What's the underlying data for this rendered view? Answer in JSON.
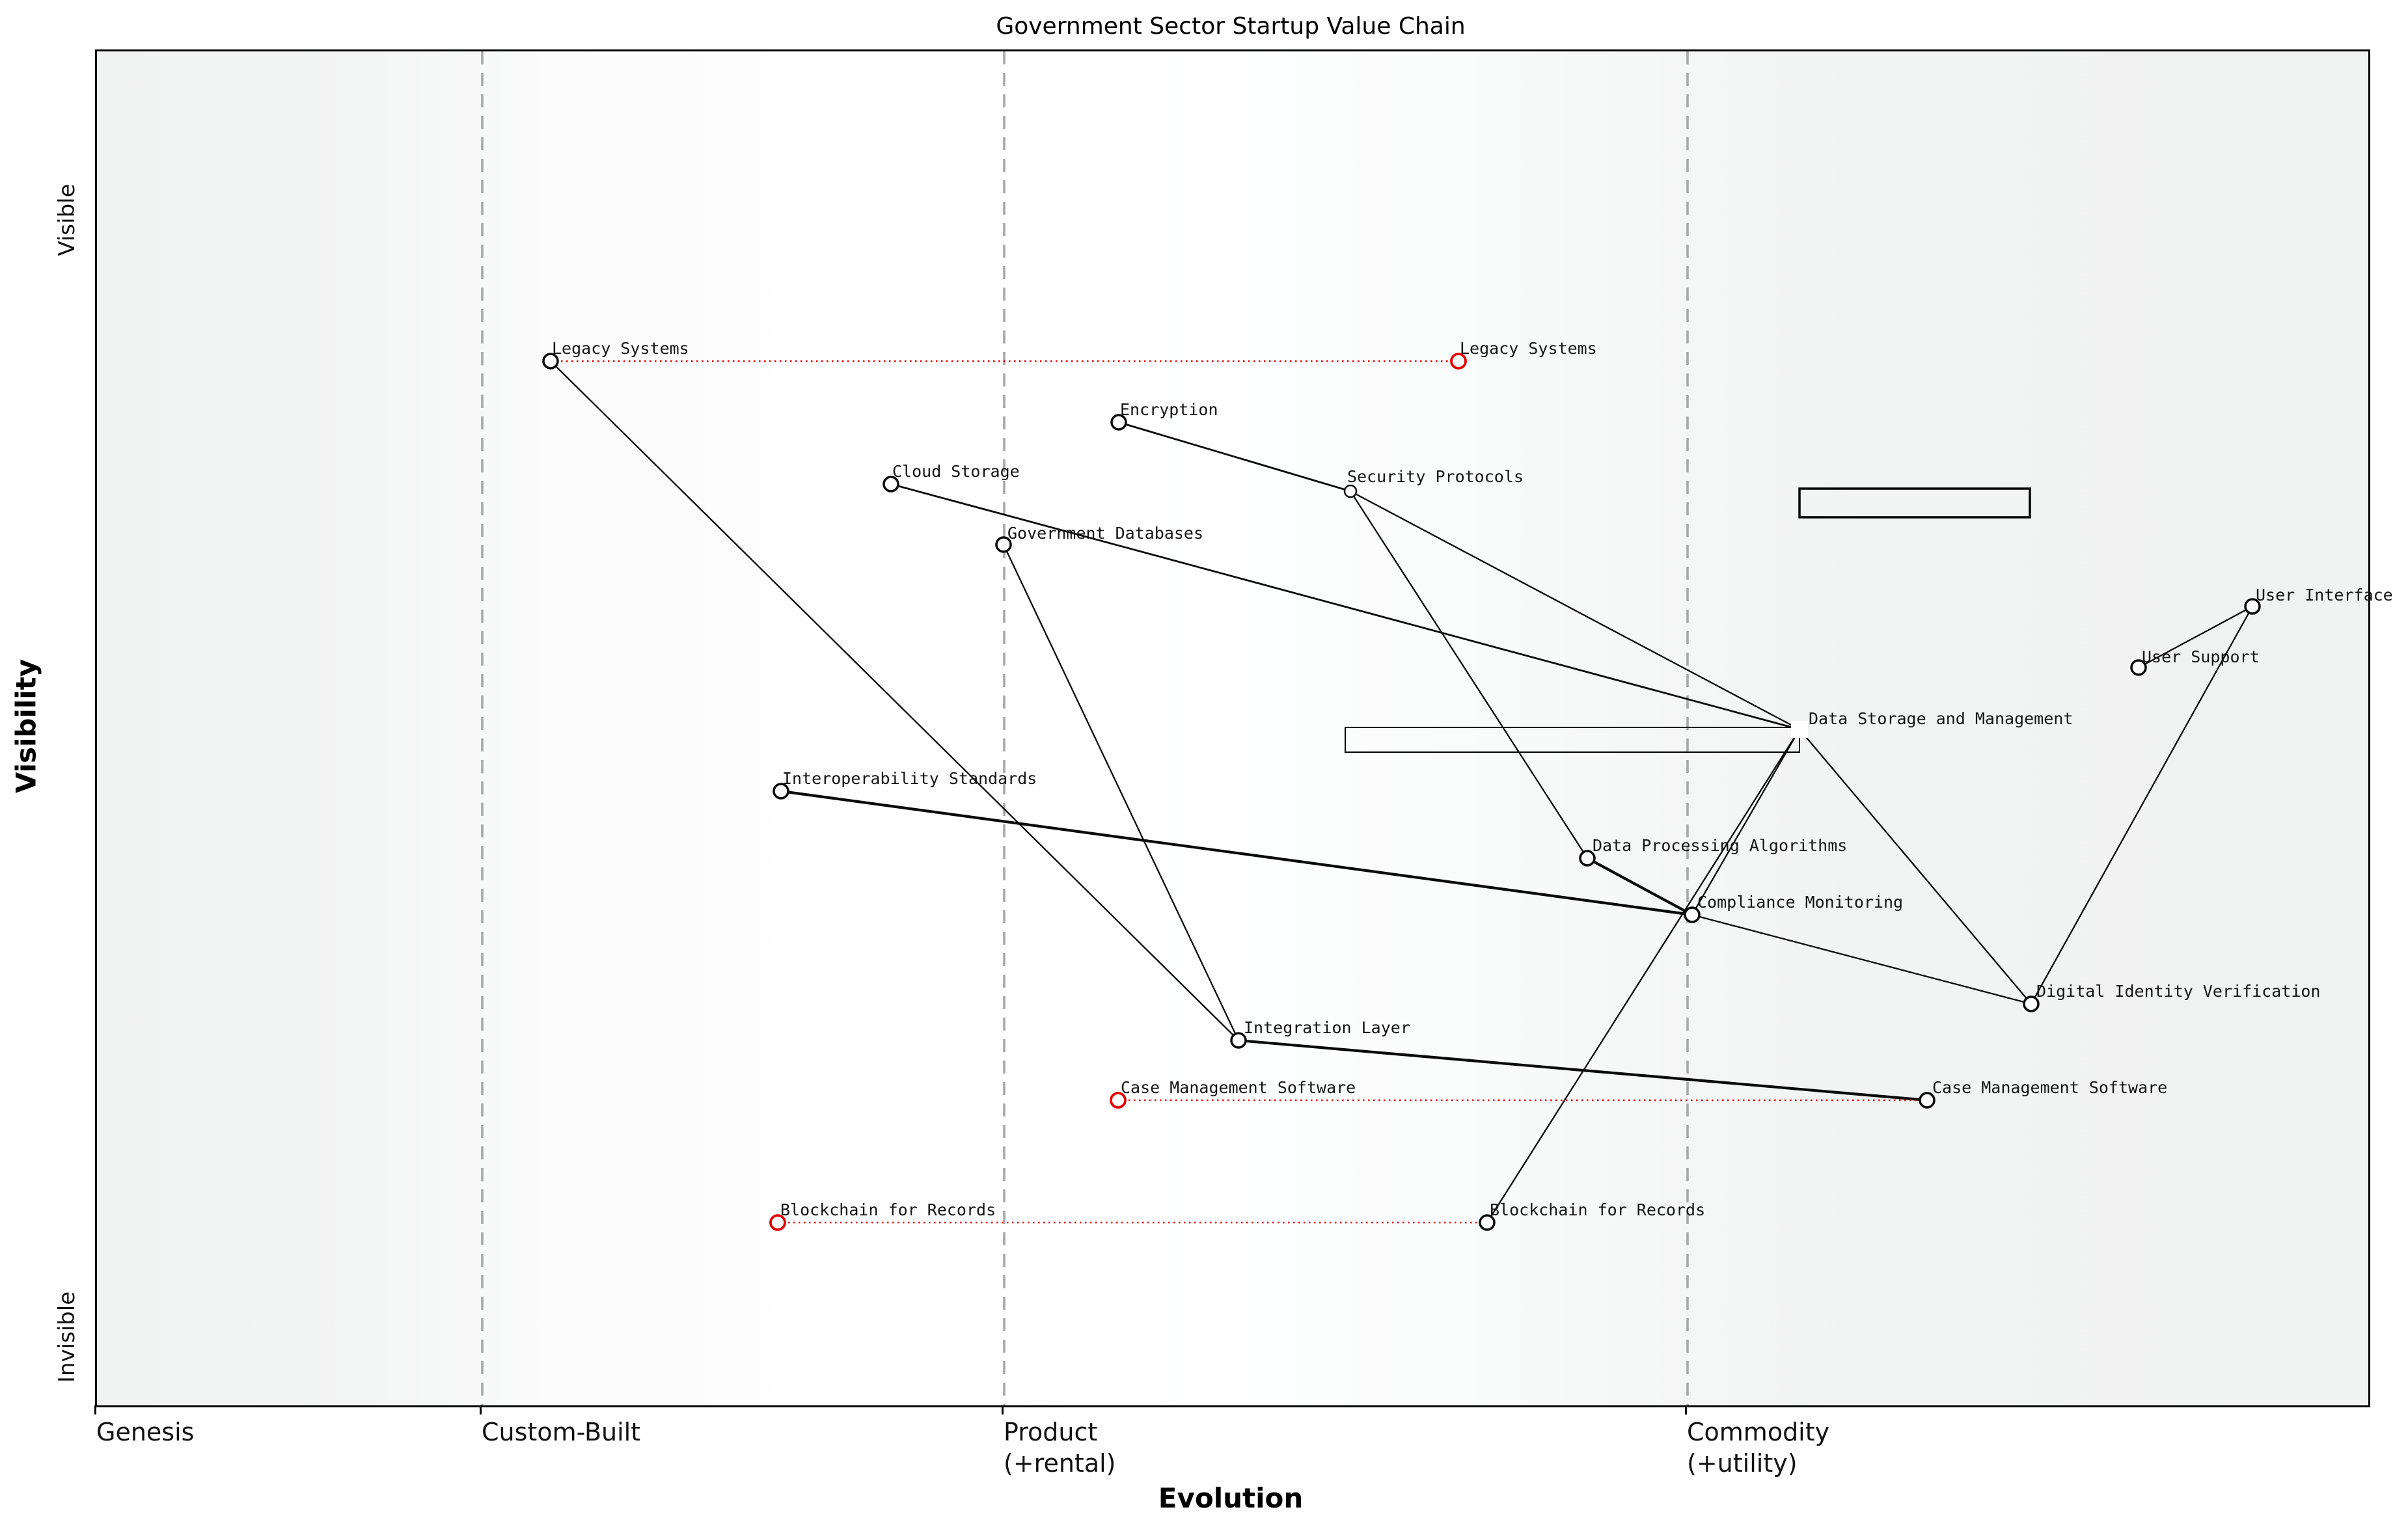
{
  "title": "Government Sector Startup Value Chain",
  "axes": {
    "x_label": "Evolution",
    "y_label": "Visibility",
    "y_top_tick": "Visible",
    "y_bottom_tick": "Invisible",
    "x_ticks": [
      {
        "label": "Genesis",
        "sublabel": ""
      },
      {
        "label": "Custom-Built",
        "sublabel": ""
      },
      {
        "label": "Product",
        "sublabel": "(+rental)"
      },
      {
        "label": "Commodity",
        "sublabel": "(+utility)"
      }
    ]
  },
  "colors": {
    "inertia_red": "#e50000",
    "gridline_grey": "#a6a6a6",
    "node_edge_black": "#0a0a0a",
    "node_fill_white": "#ffffff"
  },
  "chart_data": {
    "type": "wardley_map",
    "title": "Government Sector Startup Value Chain",
    "xlabel": "Evolution",
    "ylabel": "Visibility",
    "x_stage_boundaries": [
      0.17,
      0.4,
      0.7
    ],
    "x_stages": [
      "Genesis",
      "Custom-Built",
      "Product (+rental)",
      "Commodity (+utility)"
    ],
    "ylim_labels": [
      "Invisible",
      "Visible"
    ],
    "grid": "dashed-vertical",
    "nodes": [
      {
        "id": "legacy-systems",
        "label": "Legacy Systems",
        "evolution": 0.2,
        "visibility": 0.77,
        "marker": "circle-black"
      },
      {
        "id": "legacy-systems-target",
        "label": "Legacy Systems",
        "evolution": 0.6,
        "visibility": 0.77,
        "marker": "circle-red"
      },
      {
        "id": "encryption",
        "label": "Encryption",
        "evolution": 0.45,
        "visibility": 0.725,
        "marker": "circle-black"
      },
      {
        "id": "cloud-storage",
        "label": "Cloud Storage",
        "evolution": 0.35,
        "visibility": 0.68,
        "marker": "circle-black"
      },
      {
        "id": "security-protocols",
        "label": "Security Protocols",
        "evolution": 0.55,
        "visibility": 0.675,
        "marker": "circle-black"
      },
      {
        "id": "government-databases",
        "label": "Government Databases",
        "evolution": 0.4,
        "visibility": 0.635,
        "marker": "circle-black"
      },
      {
        "id": "user-interface",
        "label": "User Interface",
        "evolution": 0.95,
        "visibility": 0.59,
        "marker": "circle-black"
      },
      {
        "id": "user-support",
        "label": "User Support",
        "evolution": 0.9,
        "visibility": 0.545,
        "marker": "circle-black"
      },
      {
        "id": "data-storage-and-management",
        "label": "Data Storage and Management",
        "evolution": 0.75,
        "visibility": 0.5,
        "marker": "square-white"
      },
      {
        "id": "interoperability-standards",
        "label": "Interoperability Standards",
        "evolution": 0.3,
        "visibility": 0.455,
        "marker": "circle-black"
      },
      {
        "id": "data-processing-algorithms",
        "label": "Data Processing Algorithms",
        "evolution": 0.655,
        "visibility": 0.405,
        "marker": "circle-black"
      },
      {
        "id": "compliance-monitoring",
        "label": "Compliance Monitoring",
        "evolution": 0.7,
        "visibility": 0.365,
        "marker": "circle-black"
      },
      {
        "id": "digital-identity-verification",
        "label": "Digital Identity Verification",
        "evolution": 0.85,
        "visibility": 0.295,
        "marker": "circle-black"
      },
      {
        "id": "integration-layer",
        "label": "Integration Layer",
        "evolution": 0.5,
        "visibility": 0.27,
        "marker": "circle-black"
      },
      {
        "id": "case-management-software-current",
        "label": "Case Management Software",
        "evolution": 0.45,
        "visibility": 0.225,
        "marker": "circle-red"
      },
      {
        "id": "case-management-software",
        "label": "Case Management Software",
        "evolution": 0.805,
        "visibility": 0.225,
        "marker": "circle-black"
      },
      {
        "id": "blockchain-for-records-current",
        "label": "Blockchain for Records",
        "evolution": 0.3,
        "visibility": 0.135,
        "marker": "circle-red"
      },
      {
        "id": "blockchain-for-records",
        "label": "Blockchain for Records",
        "evolution": 0.61,
        "visibility": 0.135,
        "marker": "circle-black"
      }
    ],
    "edges": [
      {
        "from": "legacy-systems",
        "to": "integration-layer",
        "weight": "thin"
      },
      {
        "from": "government-databases",
        "to": "integration-layer",
        "weight": "thin"
      },
      {
        "from": "encryption",
        "to": "security-protocols",
        "weight": "medium"
      },
      {
        "from": "security-protocols",
        "to": "data-processing-algorithms",
        "weight": "thin"
      },
      {
        "from": "security-protocols",
        "to": "data-storage-and-management",
        "weight": "thin"
      },
      {
        "from": "cloud-storage",
        "to": "data-storage-and-management",
        "weight": "medium"
      },
      {
        "from": "data-storage-and-management",
        "to": "blockchain-for-records",
        "weight": "thin"
      },
      {
        "from": "data-storage-and-management",
        "to": "compliance-monitoring",
        "weight": "thin"
      },
      {
        "from": "data-storage-and-management",
        "to": "digital-identity-verification",
        "weight": "thin"
      },
      {
        "from": "interoperability-standards",
        "to": "compliance-monitoring",
        "weight": "thick"
      },
      {
        "from": "data-processing-algorithms",
        "to": "compliance-monitoring",
        "weight": "thick"
      },
      {
        "from": "compliance-monitoring",
        "to": "digital-identity-verification",
        "weight": "thin"
      },
      {
        "from": "integration-layer",
        "to": "case-management-software",
        "weight": "thick"
      },
      {
        "from": "digital-identity-verification",
        "to": "user-interface",
        "weight": "thin"
      },
      {
        "from": "user-support",
        "to": "user-interface",
        "weight": "thin"
      }
    ],
    "evolution_movements_red_dotted": [
      {
        "from": "legacy-systems",
        "to": "legacy-systems-target"
      },
      {
        "from": "case-management-software-current",
        "to": "case-management-software"
      },
      {
        "from": "blockchain-for-records-current",
        "to": "blockchain-for-records"
      }
    ],
    "boxes": [
      {
        "id": "pipeline-box-upper",
        "evolution_start": 0.75,
        "evolution_end": 0.851,
        "visibility_top": 0.677,
        "visibility_bottom": 0.656
      },
      {
        "id": "pipeline-box-lower",
        "evolution_start": 0.55,
        "evolution_end": 0.75,
        "visibility_top": 0.5,
        "visibility_bottom": 0.482
      }
    ]
  }
}
